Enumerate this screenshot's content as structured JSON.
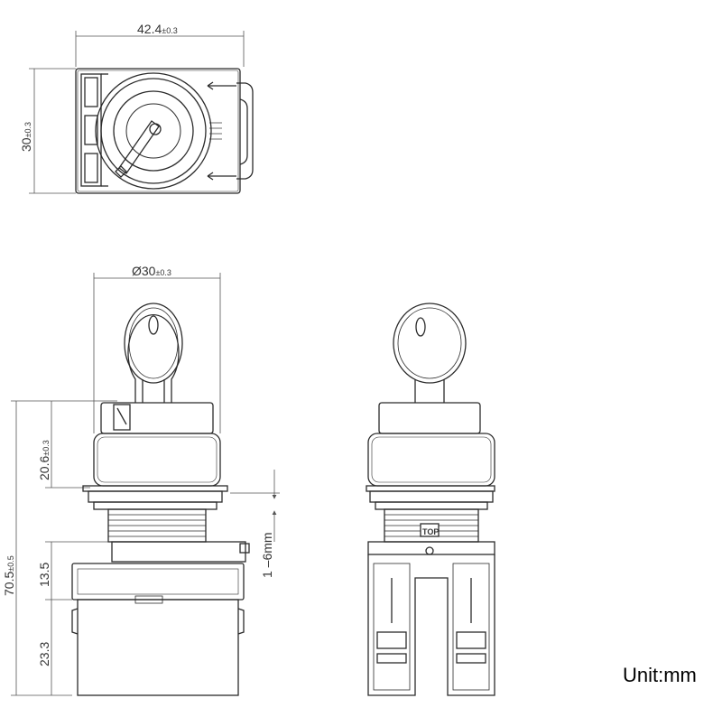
{
  "dimensions": {
    "top_width": "42.4",
    "top_width_tol": "±0.3",
    "top_height": "30",
    "top_height_tol": "±0.3",
    "diameter": "Ø30",
    "diameter_tol": "±0.3",
    "head_height": "20.6",
    "head_height_tol": "±0.3",
    "total_height": "70.5",
    "total_height_tol": "±0.5",
    "mid_height": "13.5",
    "panel_thickness": "1 –6mm",
    "block_height": "23.3"
  },
  "labels": {
    "top_marker": "TOP",
    "unit": "Unit:mm"
  },
  "colors": {
    "line": "#2b2b2b",
    "dim_line": "#555555"
  }
}
